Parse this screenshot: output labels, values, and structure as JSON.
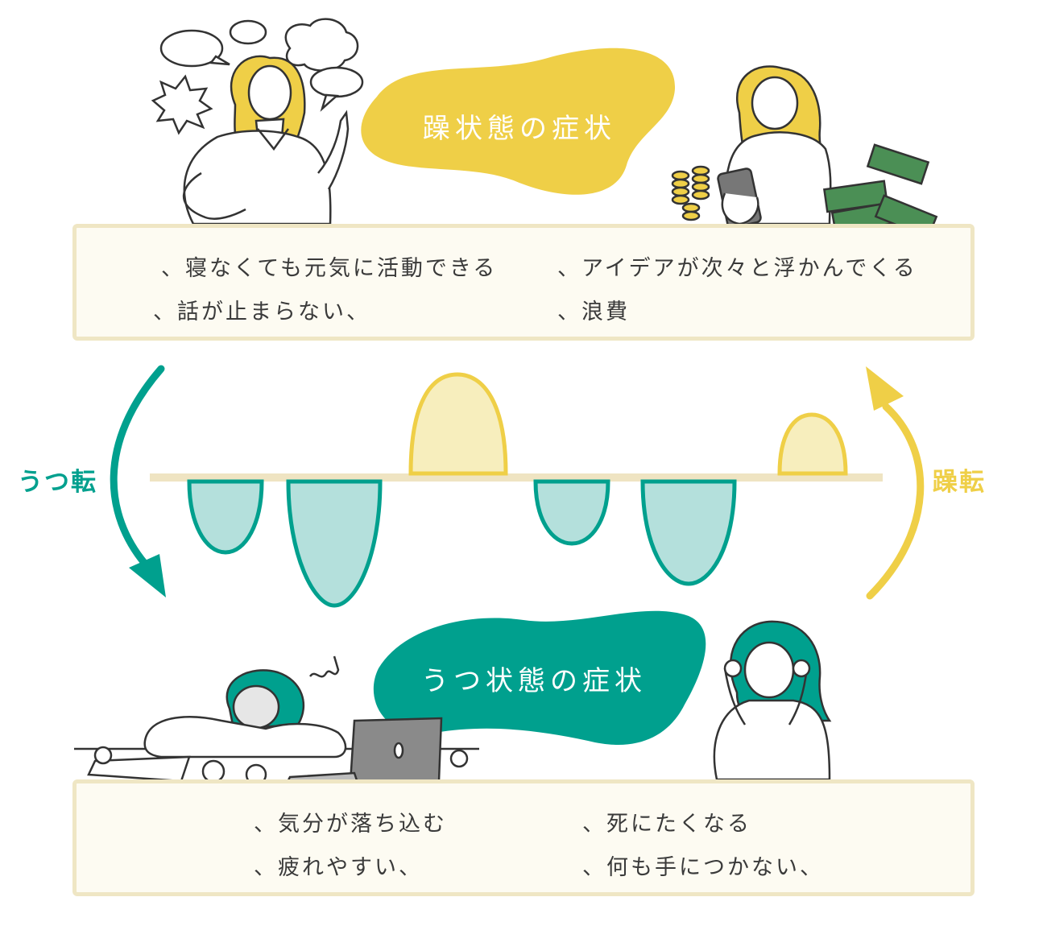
{
  "mania": {
    "title": "躁状態の症状",
    "color": "#efcf47",
    "items": [
      "、寝なくても元気に活動できる",
      "、アイデアが次々と浮かんでくる",
      "、話が止まらない、",
      "、浪費"
    ]
  },
  "depression": {
    "title": "うつ状態の症状",
    "color": "#00a08e",
    "items": [
      "、気分が落ち込む",
      "、死にたくなる",
      "、疲れやすい、",
      "、何も手につかない、"
    ]
  },
  "transitions": {
    "to_depression": "うつ転",
    "to_mania": "躁転"
  },
  "wave": {
    "mania_fill": "#f7eebd",
    "depression_fill": "#b4e0dc",
    "baseline_color": "#efe4c2"
  }
}
